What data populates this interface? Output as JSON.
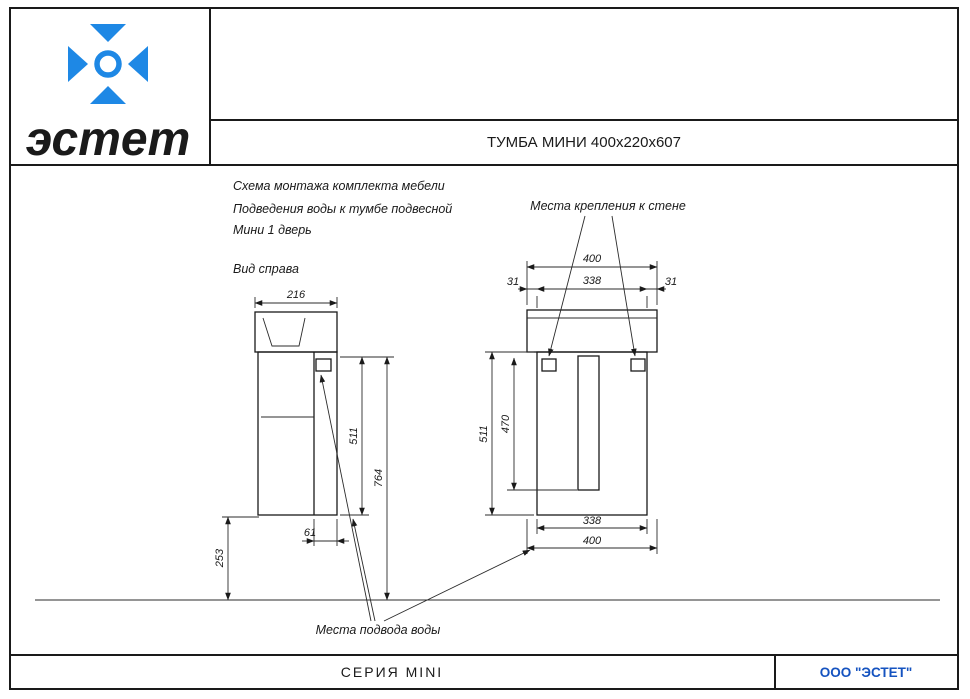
{
  "header": {
    "title": "ТУМБА МИНИ  400x220x607",
    "logo_text": "эсmem"
  },
  "notes": {
    "line1": "Схема монтажа комплекта мебели",
    "line2": "Подведения воды к тумбе подвесной",
    "line3": "Мини 1 дверь",
    "side_view": "Вид справа",
    "wall_mount": "Места крепления к стене",
    "water_supply": "Места подвода воды"
  },
  "dims": {
    "side": {
      "depth": "216",
      "body_height": "511",
      "total_height": "764",
      "bottom_height": "253",
      "wall_gap": "61"
    },
    "front": {
      "width": "400",
      "margin_left": "31",
      "inner_width": "338",
      "margin_right": "31",
      "body_height": "511",
      "inner_height": "470",
      "inner_width_bottom": "338",
      "width_bottom": "400"
    }
  },
  "footer": {
    "series": "СЕРИЯ MINI",
    "company": "ООО \"ЭСТЕТ\""
  },
  "colors": {
    "logo_blue": "#1e88e5",
    "company_blue": "#1553c0",
    "line": "#1a1a1a"
  }
}
